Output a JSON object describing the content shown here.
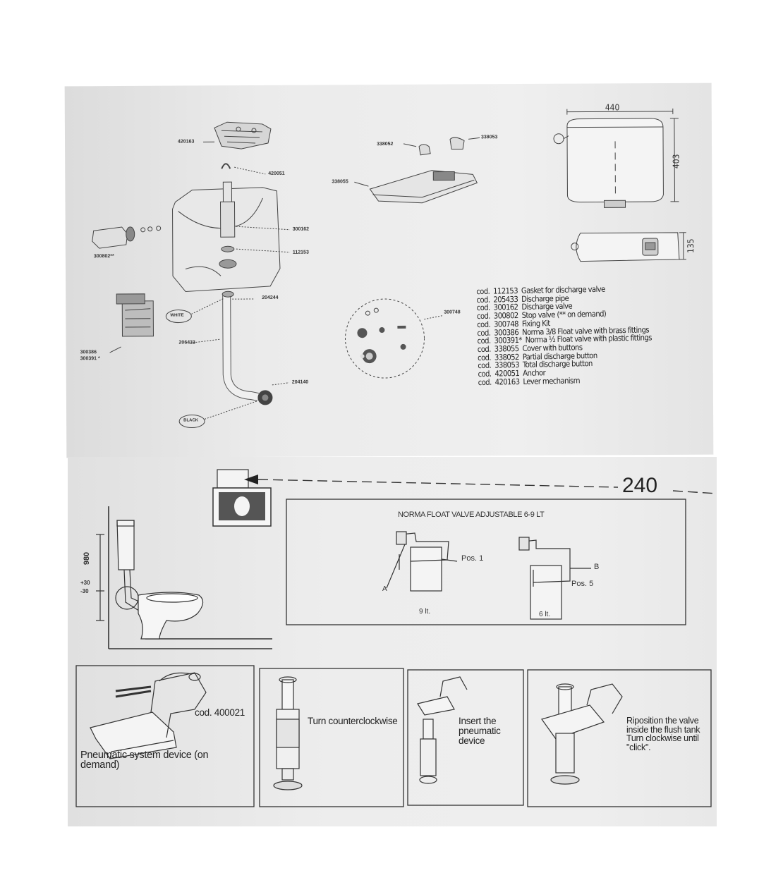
{
  "top_sheet": {
    "part_labels": {
      "p420163": "420163",
      "p420051": "420051",
      "p300162": "300162",
      "p112153": "112153",
      "p300802": "300802**",
      "p204244": "204244",
      "p206433": "206433",
      "p204140": "204140",
      "p300386": "300386",
      "p300391": "300391 *",
      "p338052": "338052",
      "p338053": "338053",
      "p338055": "338055",
      "p300748": "300748",
      "white": "WHITE",
      "black": "BLACK"
    },
    "dimensions": {
      "width": "440",
      "height": "403",
      "depth": "135"
    },
    "code_list": [
      {
        "prefix": "cod.",
        "code": "112153",
        "desc": "Gasket for discharge valve"
      },
      {
        "prefix": "cod.",
        "code": "205433",
        "desc": "Discharge pipe"
      },
      {
        "prefix": "cod.",
        "code": "300162",
        "desc": "Discharge valve"
      },
      {
        "prefix": "cod.",
        "code": "300802",
        "desc": "Stop valve (** on demand)"
      },
      {
        "prefix": "cod.",
        "code": "300748",
        "desc": "Fixing Kit"
      },
      {
        "prefix": "cod.",
        "code": "300386",
        "desc": "Norma 3/8 Float valve with brass fittings"
      },
      {
        "prefix": "cod.",
        "code": "300391*",
        "desc": "Norma ½ Float valve with plastic fittings"
      },
      {
        "prefix": "cod.",
        "code": "338055",
        "desc": "Cover with buttons"
      },
      {
        "prefix": "cod.",
        "code": "338052",
        "desc": "Partial discharge button"
      },
      {
        "prefix": "cod.",
        "code": "338053",
        "desc": "Total discharge button"
      },
      {
        "prefix": "cod.",
        "code": "420051",
        "desc": "Anchor"
      },
      {
        "prefix": "cod.",
        "code": "420163",
        "desc": "Lever mechanism"
      }
    ]
  },
  "bottom_sheet": {
    "dim_240": "240",
    "dim_980": "980",
    "dim_plus30": "+30",
    "dim_minus30": "-30",
    "float_valve_title": "NORMA FLOAT VALVE ADJUSTABLE 6-9 LT",
    "pos1": "Pos. 1",
    "pos5": "Pos. 5",
    "b_label": "B",
    "a_label": "A",
    "liters_9": "9 lt.",
    "liters_6": "6 lt.",
    "step1_code": "cod. 400021",
    "step1_text": "Pneumatic system device (on demand)",
    "step2_text": "Turn counterclockwise",
    "step3_text": "Insert the pneumatic device",
    "step4_text": "Riposition the valve inside the flush tank Turn clockwise until \"click\"."
  }
}
